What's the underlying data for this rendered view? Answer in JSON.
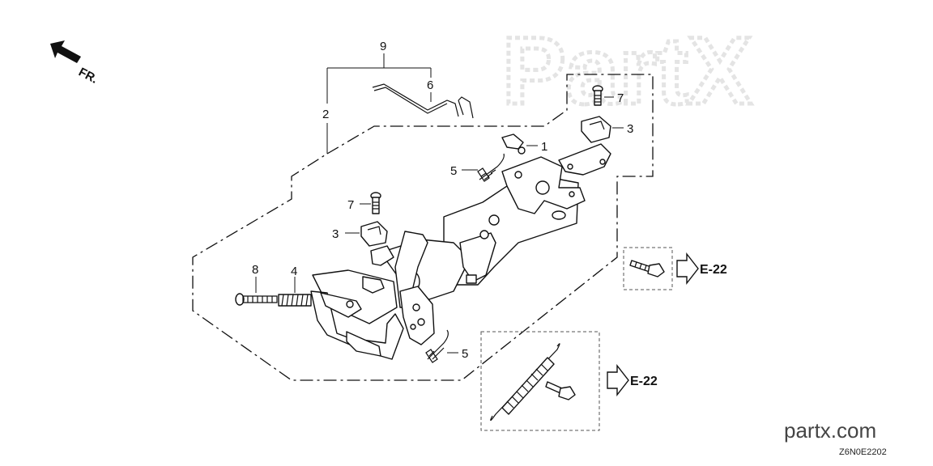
{
  "watermark": {
    "text": "PartX"
  },
  "orientation": {
    "label": "FR."
  },
  "callouts": {
    "c1": "1",
    "c2": "2",
    "c3a": "3",
    "c3b": "3",
    "c4": "4",
    "c5a": "5",
    "c5b": "5",
    "c6": "6",
    "c7a": "7",
    "c7b": "7",
    "c8": "8",
    "c9": "9"
  },
  "references": {
    "ref1": "E-22",
    "ref2": "E-22"
  },
  "footer": {
    "brand": "partx.com",
    "diagram_code": "Z6N0E2202"
  }
}
